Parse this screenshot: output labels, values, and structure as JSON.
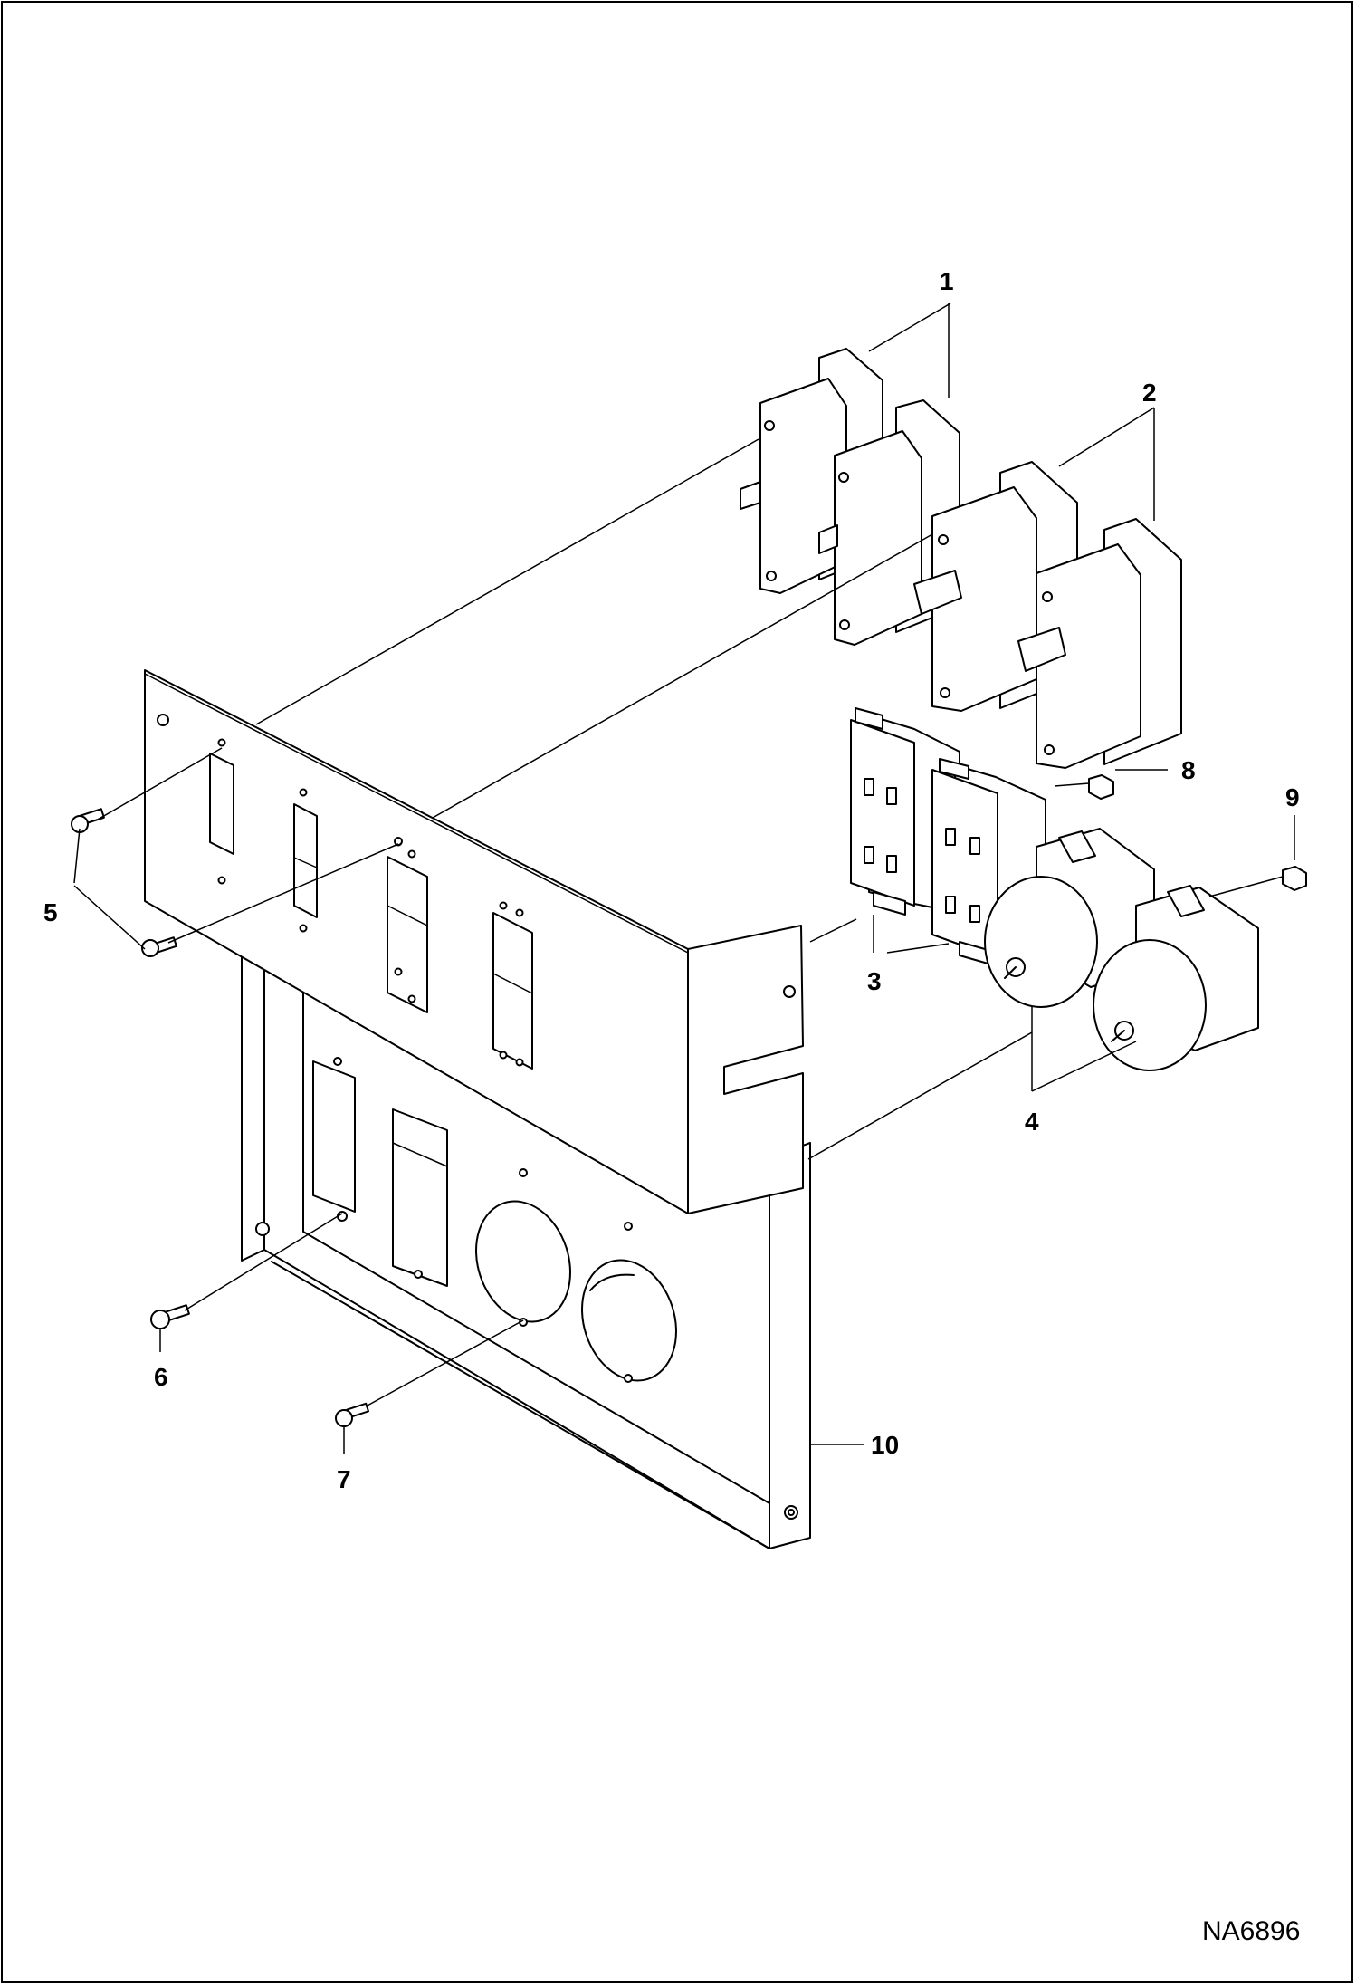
{
  "callouts": {
    "c1": "1",
    "c2": "2",
    "c3": "3",
    "c4": "4",
    "c5": "5",
    "c6": "6",
    "c7": "7",
    "c8": "8",
    "c9": "9",
    "c10": "10"
  },
  "drawing_code": "NA6896"
}
